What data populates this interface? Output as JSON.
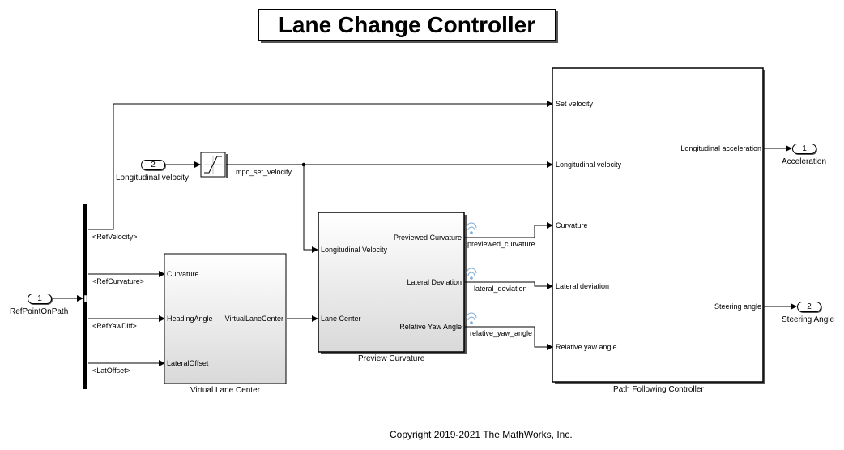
{
  "title": "Lane Change Controller",
  "copyright": "Copyright 2019-2021 The MathWorks, Inc.",
  "inports": [
    {
      "num": "1",
      "name": "RefPointOnPath"
    },
    {
      "num": "2",
      "name": "Longitudinal velocity"
    }
  ],
  "outports": [
    {
      "num": "1",
      "name": "Acceleration"
    },
    {
      "num": "2",
      "name": "Steering Angle"
    }
  ],
  "bus_selector": {
    "signals": [
      "<RefVelocity>",
      "<RefCurvature>",
      "<RefYawDiff>",
      "<LatOffset>"
    ]
  },
  "saturation": {
    "output_signal": "mpc_set_velocity"
  },
  "virtual_lane_center": {
    "name": "Virtual Lane Center",
    "inputs": [
      "Curvature",
      "HeadingAngle",
      "LateralOffset"
    ],
    "outputs": [
      "VirtualLaneCenter"
    ]
  },
  "preview_curvature": {
    "name": "Preview Curvature",
    "inputs": [
      "Longitudinal Velocity",
      "Lane Center"
    ],
    "outputs": [
      "Previewed Curvature",
      "Lateral Deviation",
      "Relative Yaw Angle"
    ]
  },
  "path_following_controller": {
    "name": "Path Following Controller",
    "inputs": [
      "Set velocity",
      "Longitudinal velocity",
      "Curvature",
      "Lateral deviation",
      "Relative yaw angle"
    ],
    "outputs": [
      "Longitudinal acceleration",
      "Steering angle"
    ]
  },
  "signal_names": {
    "previewed": "previewed_curvature",
    "lateral": "lateral_deviation",
    "yaw": "relative_yaw_angle"
  }
}
